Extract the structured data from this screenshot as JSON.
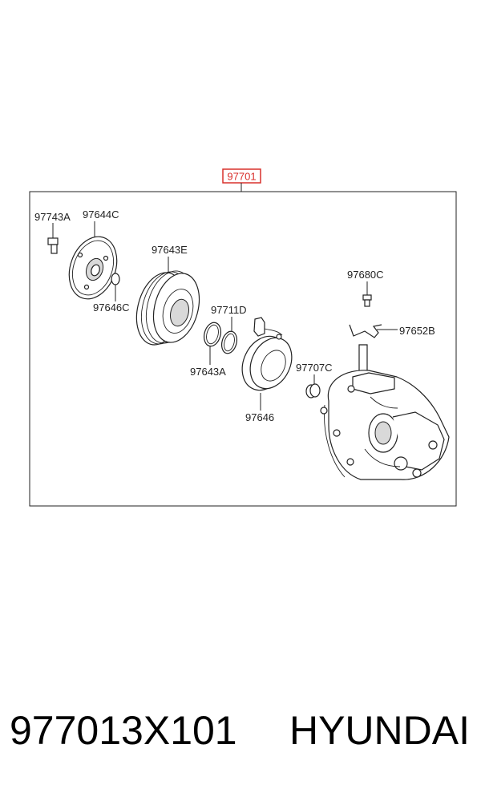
{
  "assembly_label": "97701",
  "parts": {
    "p97743A": "97743A",
    "p97644C": "97644C",
    "p97646C": "97646C",
    "p97643E": "97643E",
    "p97711D": "97711D",
    "p97643A": "97643A",
    "p97646": "97646",
    "p97707C": "97707C",
    "p97680C": "97680C",
    "p97652B": "97652B"
  },
  "footer": {
    "part_number": "977013X101",
    "brand": "HYUNDAI"
  },
  "colors": {
    "highlight_box": "#d9302c",
    "line": "#222222"
  }
}
